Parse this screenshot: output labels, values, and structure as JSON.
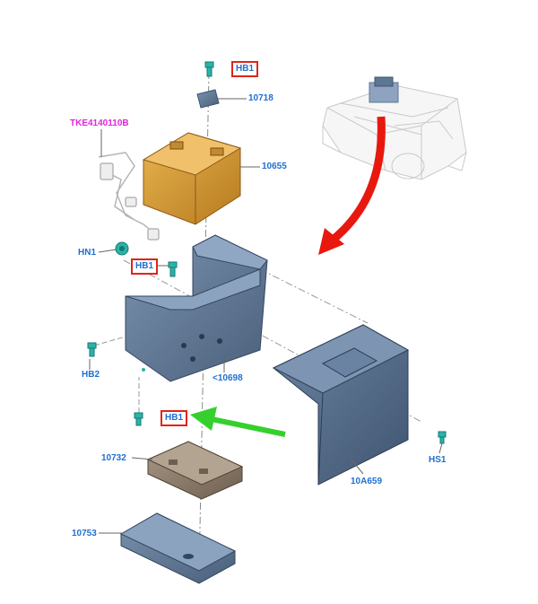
{
  "labels": {
    "hb1_top": "HB1",
    "p10718": "10718",
    "tke": "TKE4140110B",
    "p10655": "10655",
    "hn1": "HN1",
    "hb1_mid": "HB1",
    "hb2": "HB2",
    "p10698": "<10698",
    "hb1_low": "HB1",
    "p10732": "10732",
    "p10753": "10753",
    "p10a659": "10A659",
    "hs1": "HS1"
  },
  "colors": {
    "callout_text": "#1f6fd1",
    "callout_magenta": "#e026d8",
    "callout_box": "#e0241b",
    "battery": "#d39a2c",
    "tray_blue": "#5d7694",
    "bracket_brown": "#8a7a6a",
    "fastener_cyan": "#2bb3a8",
    "arrow_red": "#e8180f",
    "arrow_green": "#36d02e"
  }
}
